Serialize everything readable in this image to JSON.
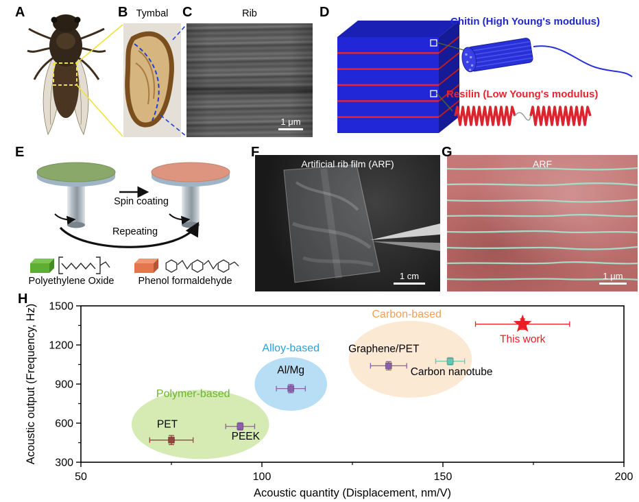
{
  "panel_a": {
    "label": "A"
  },
  "panel_b": {
    "label": "B",
    "title": "Tymbal"
  },
  "panel_c": {
    "label": "C",
    "title": "Rib",
    "scale_bar": "1 μm"
  },
  "panel_d": {
    "label": "D",
    "chitin_label": "Chitin (High Young's modulus)",
    "resilin_label": "Resilin (Low Young's modulus)",
    "chitin_color": "#2028cc",
    "resilin_color": "#e8252e"
  },
  "panel_e": {
    "label": "E",
    "step_arrow_label": "Spin coating",
    "cycle_arrow_label": "Repeating",
    "material_green": "Polyethylene Oxide",
    "material_orange": "Phenol formaldehyde"
  },
  "panel_f": {
    "label": "F",
    "title": "Artificial rib film (ARF)",
    "scale_bar": "1 cm"
  },
  "panel_g": {
    "label": "G",
    "title": "ARF",
    "scale_bar": "1 μm"
  },
  "panel_h": {
    "label": "H"
  },
  "chart_data": {
    "type": "scatter",
    "xlabel": "Acoustic quantity (Displacement, nm/V)",
    "ylabel": "Acoustic output (Frequency, Hz)",
    "xlim": [
      50,
      200
    ],
    "ylim": [
      300,
      1500
    ],
    "xticks": [
      50,
      100,
      150,
      200
    ],
    "yticks": [
      300,
      600,
      900,
      1200,
      1500
    ],
    "grid": false,
    "legend_position": "none",
    "groups": [
      {
        "name": "Polymer-based",
        "label_color": "#6ab42e",
        "fill": "#cfe7a6",
        "ellipse": {
          "cx": 83,
          "cy": 590,
          "rx": 19,
          "ry": 265
        },
        "label_at": {
          "x": 81,
          "y": 800
        }
      },
      {
        "name": "Alloy-based",
        "label_color": "#2f9fd8",
        "fill": "#abd8f3",
        "ellipse": {
          "cx": 108,
          "cy": 900,
          "rx": 10,
          "ry": 205
        },
        "label_at": {
          "x": 108,
          "y": 1150
        }
      },
      {
        "name": "Carbon-based",
        "label_color": "#f29e57",
        "fill": "#fbe5cd",
        "ellipse": {
          "cx": 141,
          "cy": 1090,
          "rx": 17,
          "ry": 295
        },
        "label_at": {
          "x": 140,
          "y": 1410
        }
      }
    ],
    "points": [
      {
        "name": "PET",
        "x": 75,
        "y": 470,
        "xerr": 6,
        "yerr": 35,
        "marker": "square",
        "color": "#96453e",
        "label_color": "#000000",
        "label_dx": -6,
        "label_dy": -18
      },
      {
        "name": "PEEK",
        "x": 94,
        "y": 575,
        "xerr": 4,
        "yerr": 28,
        "marker": "square",
        "color": "#8b5fae",
        "label_color": "#000000",
        "label_dx": 8,
        "label_dy": 19
      },
      {
        "name": "Al/Mg",
        "x": 108,
        "y": 865,
        "xerr": 4,
        "yerr": 32,
        "marker": "square",
        "color": "#8b5fae",
        "label_color": "#000000",
        "label_dx": 0,
        "label_dy": -22
      },
      {
        "name": "Graphene/PET",
        "x": 135,
        "y": 1040,
        "xerr": 5,
        "yerr": 32,
        "marker": "square",
        "color": "#8b5fae",
        "label_color": "#000000",
        "label_dx": -7,
        "label_dy": -20
      },
      {
        "name": "Carbon nanotube",
        "x": 152,
        "y": 1075,
        "xerr": 4,
        "yerr": 28,
        "marker": "square",
        "color": "#63c9b5",
        "label_color": "#000000",
        "label_dx": 2,
        "label_dy": 20
      },
      {
        "name": "This work",
        "x": 172,
        "y": 1360,
        "xerr": 13,
        "yerr": 40,
        "marker": "star",
        "color": "#ec1c24",
        "label_color": "#ec1c24",
        "label_dx": 0,
        "label_dy": 27
      }
    ]
  }
}
